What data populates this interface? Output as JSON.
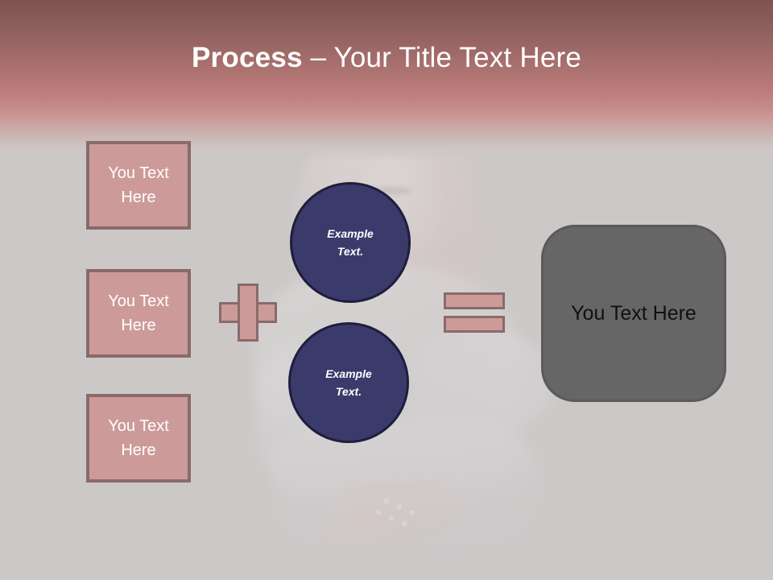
{
  "slide": {
    "title_strong": "Process",
    "title_separator": " – ",
    "title_rest": "Your Title Text Here"
  },
  "left_boxes": [
    {
      "label": "You Text Here"
    },
    {
      "label": "You Text Here"
    },
    {
      "label": "You Text Here"
    }
  ],
  "operators": {
    "plus": "plus-sign",
    "equals": "equals-sign"
  },
  "circles": [
    {
      "line1": "Example",
      "line2": "Text."
    },
    {
      "line1": "Example",
      "line2": "Text."
    }
  ],
  "result_box": {
    "label": "You Text Here"
  },
  "colors": {
    "title_band_top": "#7d5352",
    "title_band_bottom": "#bd7d7c",
    "slide_background": "#ccc8c8",
    "box_fill": "#cd9a9a",
    "box_border": "#8a6a6a",
    "circle_fill": "#3a3a6b",
    "circle_border": "#1e1e3c",
    "result_fill": "#666666",
    "result_border": "#5a5a5a",
    "title_text": "#ffffff",
    "result_text": "#101010"
  }
}
